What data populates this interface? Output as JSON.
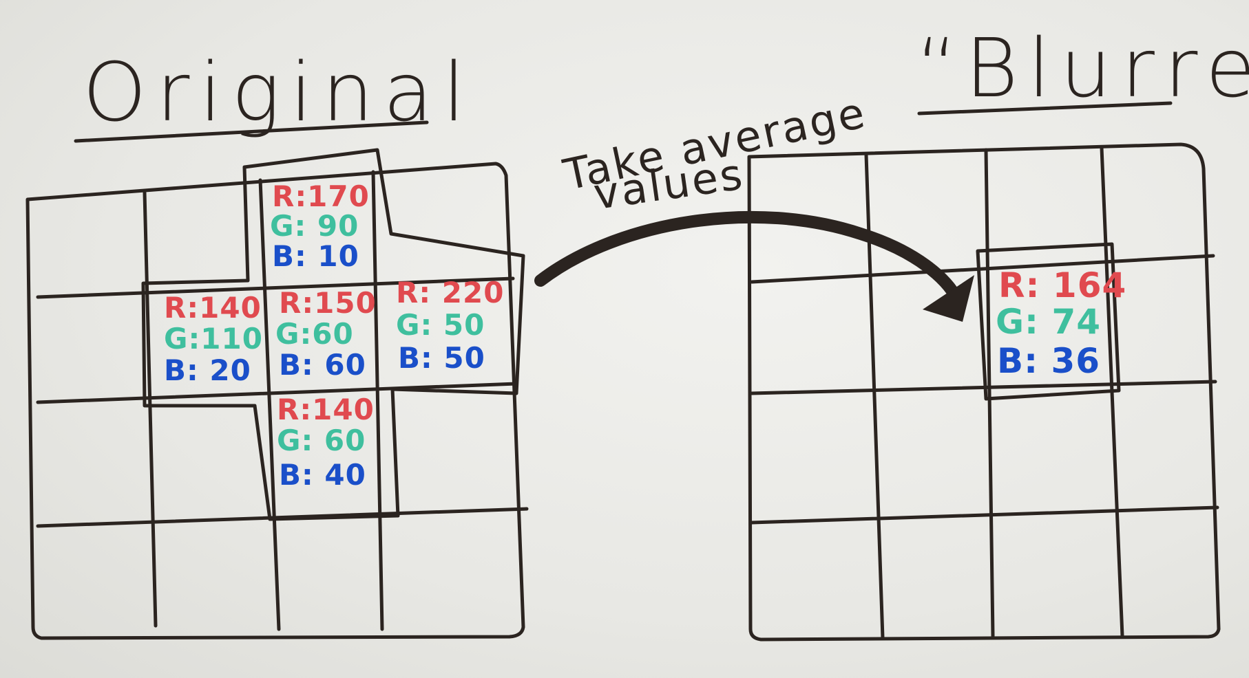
{
  "titles": {
    "original": "Original",
    "blurred": "“Blurred”"
  },
  "annotation": {
    "line1": "Take average",
    "line2": "values"
  },
  "colors": {
    "ink": "#2b2420",
    "red": "#e04a4f",
    "green": "#3fbf9e",
    "blue": "#1a4fc9"
  },
  "original": {
    "top": {
      "r": "R:170",
      "g": "G: 90",
      "b": "B: 10"
    },
    "left": {
      "r": "R:140",
      "g": "G:110",
      "b": "B: 20"
    },
    "center": {
      "r": "R:150",
      "g": "G:60",
      "b": "B: 60"
    },
    "right": {
      "r": "R: 220",
      "g": "G: 50",
      "b": "B: 50"
    },
    "bottom": {
      "r": "R:140",
      "g": "G: 60",
      "b": "B: 40"
    }
  },
  "blurred": {
    "center": {
      "r": "R: 164",
      "g": "G: 74",
      "b": "B: 36"
    }
  }
}
